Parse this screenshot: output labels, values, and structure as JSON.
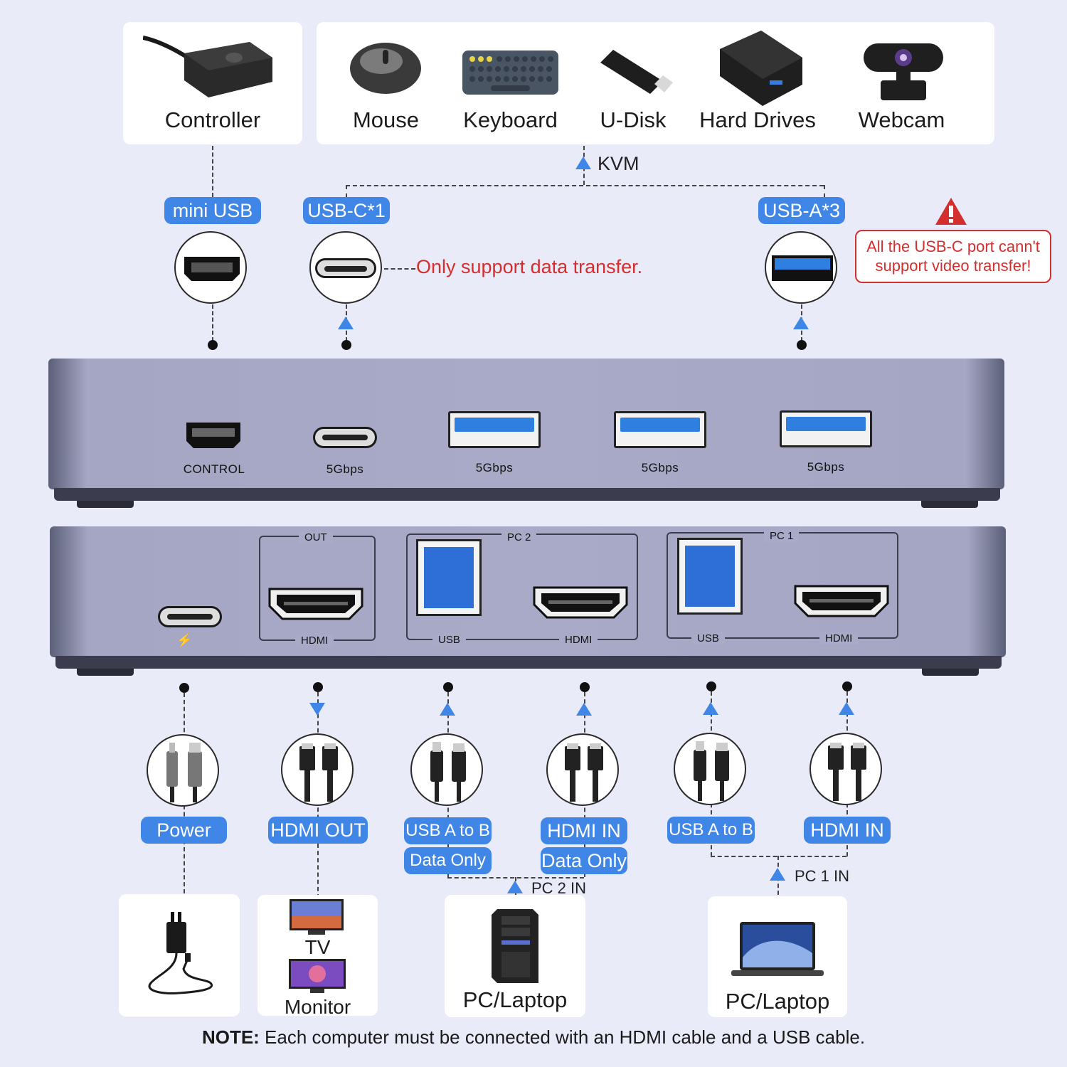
{
  "devices": {
    "controller": "Controller",
    "mouse": "Mouse",
    "keyboard": "Keyboard",
    "udisk": "U-Disk",
    "hard_drives": "Hard Drives",
    "webcam": "Webcam"
  },
  "kvm_label": "KVM",
  "top_ports": {
    "mini_usb": "mini USB",
    "usb_c": "USB-C*1",
    "usb_a": "USB-A*3",
    "usb_c_note": "Only support data transfer."
  },
  "warning": {
    "line1": "All the USB-C port cann't",
    "line2": "support video transfer!",
    "icon": "warning-triangle-icon",
    "color": "#d32f2f"
  },
  "front_panel": {
    "control": "CONTROL",
    "speed_c": "5Gbps",
    "speed_a1": "5Gbps",
    "speed_a2": "5Gbps",
    "speed_a3": "5Gbps"
  },
  "rear_panel": {
    "out_title": "OUT",
    "out_hdmi": "HDMI",
    "pc2_title": "PC 2",
    "pc2_usb": "USB",
    "pc2_hdmi": "HDMI",
    "pc1_title": "PC 1",
    "pc1_usb": "USB",
    "pc1_hdmi": "HDMI",
    "power_symbol": "⚡"
  },
  "cables": {
    "power": "Power",
    "hdmi_out": "HDMI OUT",
    "usb_a_to_b_2": "USB A to B",
    "data_only_2a": "Data Only",
    "hdmi_in_2": "HDMI IN",
    "data_only_2b": "Data Only",
    "usb_a_to_b_1": "USB A to B",
    "hdmi_in_1": "HDMI IN"
  },
  "flows": {
    "pc2_in": "PC 2 IN",
    "pc1_in": "PC 1 IN"
  },
  "targets": {
    "tv": "TV",
    "monitor": "Monitor",
    "pc_laptop_1": "PC/Laptop",
    "pc_laptop_2": "PC/Laptop"
  },
  "note": {
    "bold": "NOTE:",
    "text": " Each computer must be connected with an HDMI cable and a USB cable."
  },
  "colors": {
    "accent": "#3f86e6",
    "warning": "#d32f2f",
    "background": "#e9ebf8"
  }
}
